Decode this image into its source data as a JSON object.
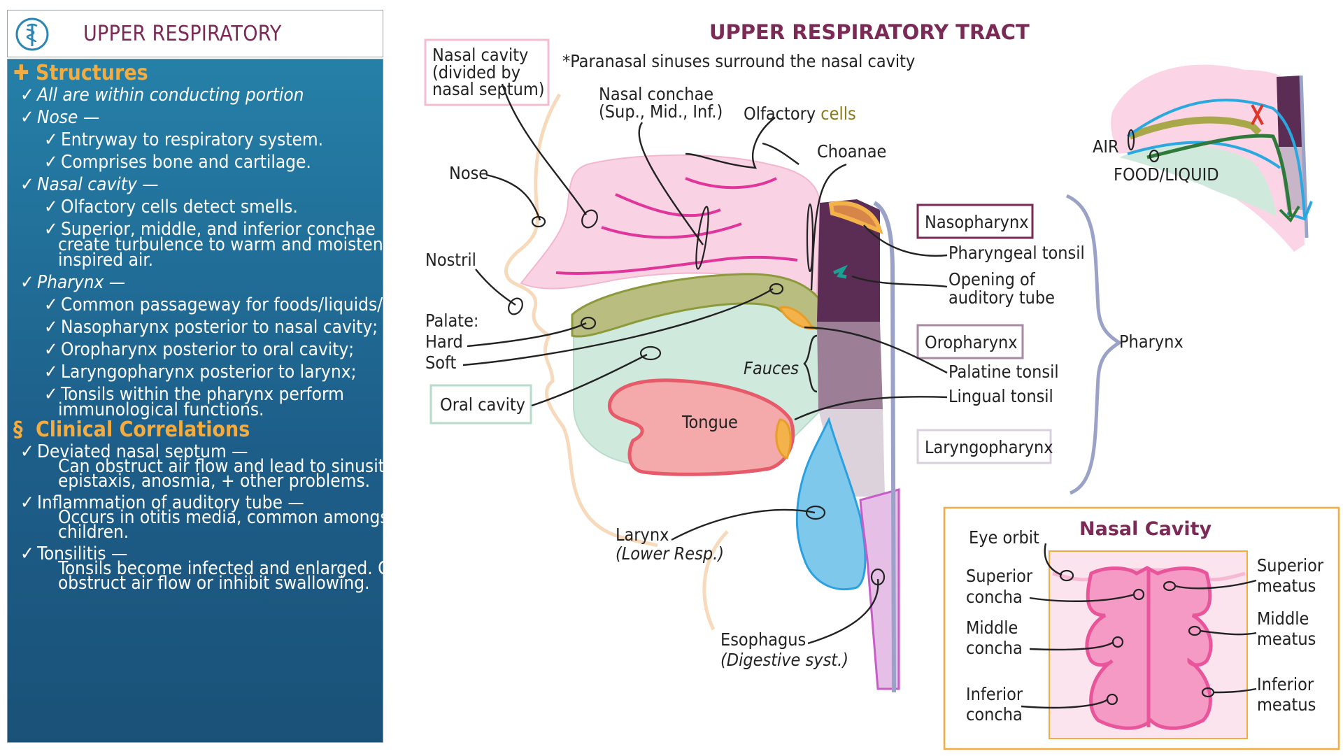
{
  "panel": {
    "title": "UPPER RESPIRATORY",
    "structures_heading": "Structures",
    "structures": [
      {
        "text": "All are within conducting portion",
        "italic": true,
        "level": 0
      },
      {
        "text": "Nose —",
        "italic": true,
        "level": 0
      },
      {
        "text": "Entryway to respiratory system.",
        "level": 1
      },
      {
        "text": "Comprises bone and cartilage.",
        "level": 1
      },
      {
        "text": "Nasal cavity —",
        "italic": true,
        "level": 0
      },
      {
        "text": "Olfactory cells detect smells.",
        "level": 1
      },
      {
        "text": "Superior, middle, and inferior conchae",
        "level": 1
      },
      {
        "text": "create turbulence to warm and moisten",
        "level": 2
      },
      {
        "text": "inspired air.",
        "level": 2
      },
      {
        "text": "Pharynx —",
        "italic": true,
        "level": 0
      },
      {
        "text": "Common passageway for foods/liquids/air.",
        "level": 1
      },
      {
        "text": "Nasopharynx posterior to nasal cavity;",
        "level": 1
      },
      {
        "text": "Oropharynx posterior to oral cavity;",
        "level": 1
      },
      {
        "text": "Laryngopharynx posterior to larynx;",
        "level": 1
      },
      {
        "text": "Tonsils within the pharynx perform",
        "level": 1
      },
      {
        "text": "immunological functions.",
        "level": 2
      }
    ],
    "clinical_heading": "Clinical Correlations",
    "clinical": [
      {
        "text": "Deviated nasal septum —",
        "level": 0
      },
      {
        "text": "Can obstruct air flow and lead to sinusitis,",
        "level": 2
      },
      {
        "text": "epistaxis, anosmia, + other problems.",
        "level": 2
      },
      {
        "text": "Inflammation of auditory tube —",
        "level": 0
      },
      {
        "text": "Occurs in otitis media, common amongst",
        "level": 2
      },
      {
        "text": "children.",
        "level": 2
      },
      {
        "text": "Tonsilitis —",
        "level": 0
      },
      {
        "text": "Tonsils become infected and enlarged.  Can",
        "level": 2
      },
      {
        "text": "obstruct air flow or inhibit swallowing.",
        "level": 2
      }
    ]
  },
  "diagram": {
    "title": "UPPER RESPIRATORY TRACT",
    "note": "*Paranasal sinuses surround the nasal cavity",
    "labels": {
      "nasal_cavity_1": "Nasal cavity",
      "nasal_cavity_2": "(divided by",
      "nasal_cavity_3": "nasal septum)",
      "nasal_conchae_1": "Nasal conchae",
      "nasal_conchae_2": "(Sup., Mid., Inf.)",
      "olfactory_1": "Olfactory",
      "olfactory_2": "cells",
      "choanae": "Choanae",
      "nose": "Nose",
      "nostril": "Nostril",
      "palate": "Palate:",
      "hard": "Hard",
      "soft": "Soft",
      "oral_cavity": "Oral cavity",
      "fauces": "Fauces",
      "tongue": "Tongue",
      "nasopharynx": "Nasopharynx",
      "pharyngeal_tonsil": "Pharyngeal tonsil",
      "auditory_1": "Opening of",
      "auditory_2": "auditory tube",
      "oropharynx": "Oropharynx",
      "palatine_tonsil": "Palatine tonsil",
      "lingual_tonsil": "Lingual tonsil",
      "laryngopharynx": "Laryngopharynx",
      "pharynx": "Pharynx",
      "larynx_1": "Larynx",
      "larynx_2": "(Lower Resp.)",
      "esophagus_1": "Esophagus",
      "esophagus_2": "(Digestive syst.)",
      "air": "AIR",
      "food_liquid": "FOOD/LIQUID"
    },
    "inset": {
      "title": "Nasal Cavity",
      "eye_orbit": "Eye orbit",
      "superior_concha_1": "Superior",
      "superior_concha_2": "concha",
      "middle_concha_1": "Middle",
      "middle_concha_2": "concha",
      "inferior_concha_1": "Inferior",
      "inferior_concha_2": "concha",
      "superior_meatus_1": "Superior",
      "superior_meatus_2": "meatus",
      "middle_meatus_1": "Middle",
      "middle_meatus_2": "meatus",
      "inferior_meatus_1": "Inferior",
      "inferior_meatus_2": "meatus"
    }
  },
  "colors": {
    "title_maroon": "#7a2a55",
    "accent_orange": "#f3ac3d",
    "panel_blue": "#1d6a94",
    "nasal_pink": "#f9d3e4",
    "oral_green": "#cfe9dc",
    "nasopharynx_purple": "#5b2d55",
    "oropharynx_mauve": "#9c7f97",
    "larynx_blue": "#7ec8ec",
    "esophagus_lilac": "#e6bfe6",
    "tongue_red": "#f4aaaa",
    "tonsil_orange": "#f4b24a"
  },
  "icons": [
    "caduceus-icon",
    "plus-icon",
    "check-icon",
    "stethoscope-icon"
  ]
}
